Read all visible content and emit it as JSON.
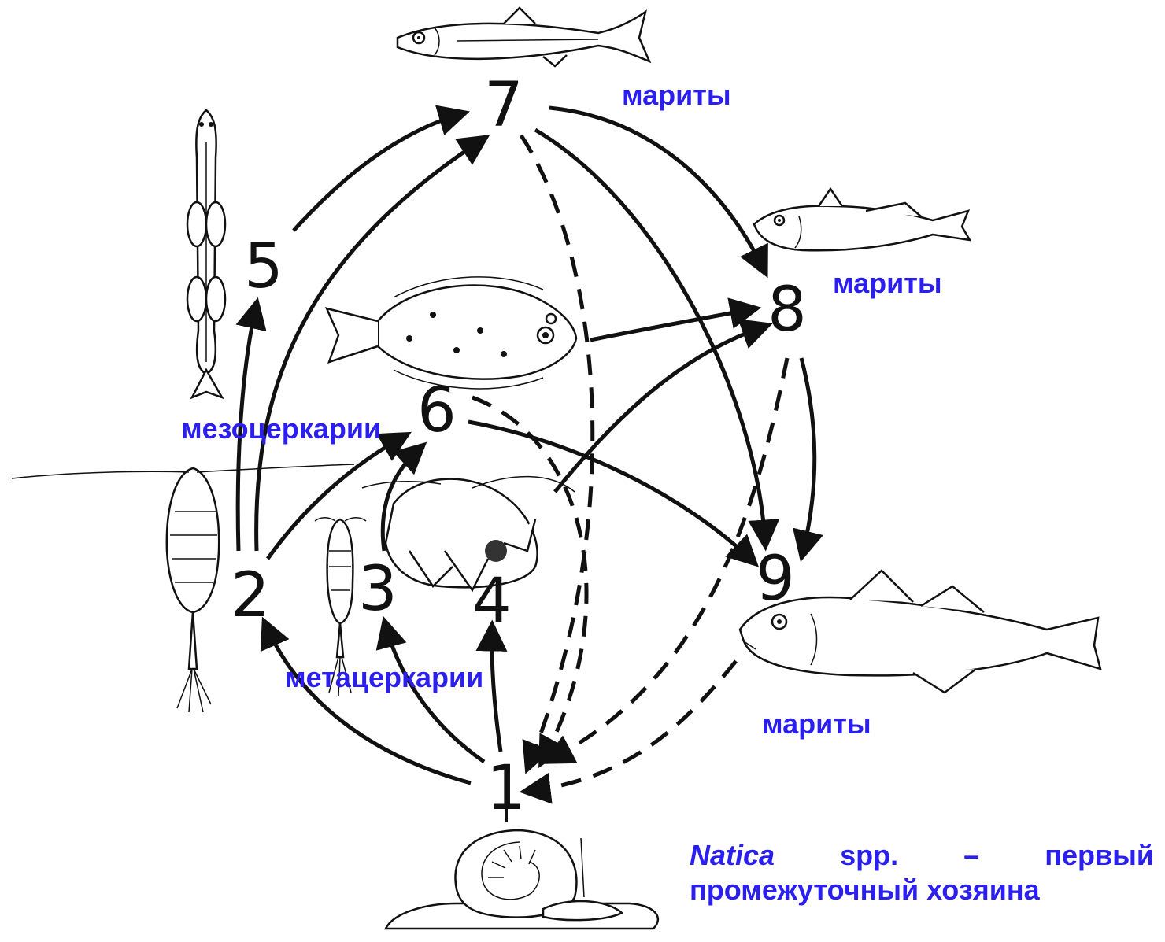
{
  "nodes": [
    {
      "id": "1",
      "label": "1"
    },
    {
      "id": "2",
      "label": "2"
    },
    {
      "id": "3",
      "label": "3"
    },
    {
      "id": "4",
      "label": "4"
    },
    {
      "id": "5",
      "label": "5"
    },
    {
      "id": "6",
      "label": "6"
    },
    {
      "id": "7",
      "label": "7"
    },
    {
      "id": "8",
      "label": "8"
    },
    {
      "id": "9",
      "label": "9"
    }
  ],
  "labels": {
    "marity_7": "мариты",
    "marity_8": "мариты",
    "marity_9": "мариты",
    "mesocercariae": "мезоцеркарии",
    "metacercariae": "метацеркарии"
  },
  "caption": {
    "genus": "Natica",
    "spp": "spp.",
    "dash": "–",
    "first": "первый",
    "line2": "промежуточный хозяина"
  },
  "edges": [
    {
      "from": "1",
      "to": "2",
      "style": "solid"
    },
    {
      "from": "1",
      "to": "3",
      "style": "solid"
    },
    {
      "from": "1",
      "to": "4",
      "style": "solid"
    },
    {
      "from": "2",
      "to": "5",
      "style": "solid"
    },
    {
      "from": "2",
      "to": "7",
      "style": "solid"
    },
    {
      "from": "2",
      "to": "6",
      "style": "solid"
    },
    {
      "from": "3",
      "to": "6",
      "style": "solid"
    },
    {
      "from": "4",
      "to": "8",
      "style": "solid"
    },
    {
      "from": "5",
      "to": "7",
      "style": "solid"
    },
    {
      "from": "6",
      "to": "8",
      "style": "solid"
    },
    {
      "from": "6",
      "to": "9",
      "style": "solid"
    },
    {
      "from": "7",
      "to": "8",
      "style": "solid"
    },
    {
      "from": "7",
      "to": "9",
      "style": "solid"
    },
    {
      "from": "8",
      "to": "9",
      "style": "solid"
    },
    {
      "from": "7",
      "to": "1",
      "style": "dashed"
    },
    {
      "from": "6",
      "to": "1",
      "style": "dashed"
    },
    {
      "from": "8",
      "to": "1",
      "style": "dashed"
    },
    {
      "from": "9",
      "to": "1",
      "style": "dashed"
    }
  ]
}
